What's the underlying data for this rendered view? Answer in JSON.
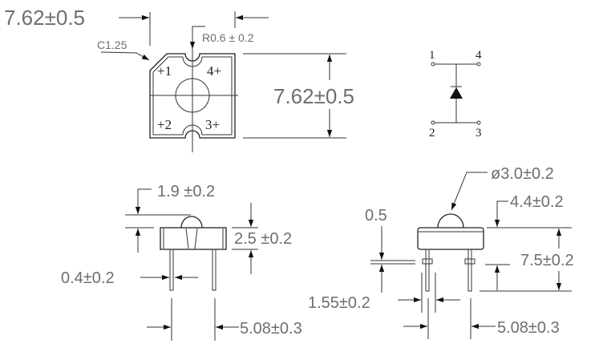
{
  "top_view": {
    "width_dim": "7.62±0.5",
    "height_dim": "7.62±0.5",
    "chamfer": "C1.25",
    "notch_radius": "R0.6 ± 0.2",
    "pins": [
      "+1",
      "4+",
      "+2",
      "3+"
    ]
  },
  "symbol": {
    "pins": [
      "1",
      "4",
      "2",
      "3"
    ]
  },
  "side_view_left": {
    "dome_height": "1.9 ±0.2",
    "body_height": "2.5 ±0.2",
    "lead_width": "0.4±0.2",
    "lead_pitch": "5.08±0.3"
  },
  "side_view_right": {
    "dome_diameter": "ø3.0±0.2",
    "overall_height": "4.4±0.2",
    "collar": "0.5",
    "lead_length": "7.5±0.2",
    "collar_width": "1.55±0.2",
    "lead_pitch": "5.08±0.3"
  }
}
